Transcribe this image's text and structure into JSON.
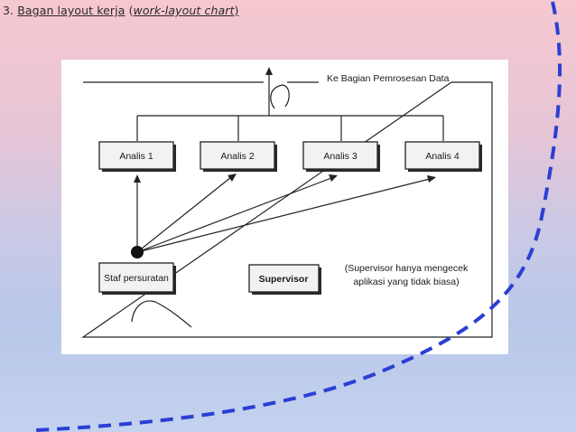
{
  "slide": {
    "title_number": "3.",
    "title_main": "Bagan layout kerja",
    "title_open": "(",
    "title_italic": "work-layout chart",
    "title_close": ")"
  },
  "diagram": {
    "output_label": "Ke Bagian Pemrosesan Data",
    "analysts": [
      "Analis 1",
      "Analis 2",
      "Analis 3",
      "Analis 4"
    ],
    "mail_staff": "Staf persuratan",
    "supervisor": "Supervisor",
    "note_line1": "(Supervisor hanya mengecek",
    "note_line2": "aplikasi yang tidak biasa)"
  },
  "colors": {
    "dashed_curve": "#2b3fd4",
    "background_top": "#f6c8cf",
    "background_bottom": "#c3d2ee"
  }
}
